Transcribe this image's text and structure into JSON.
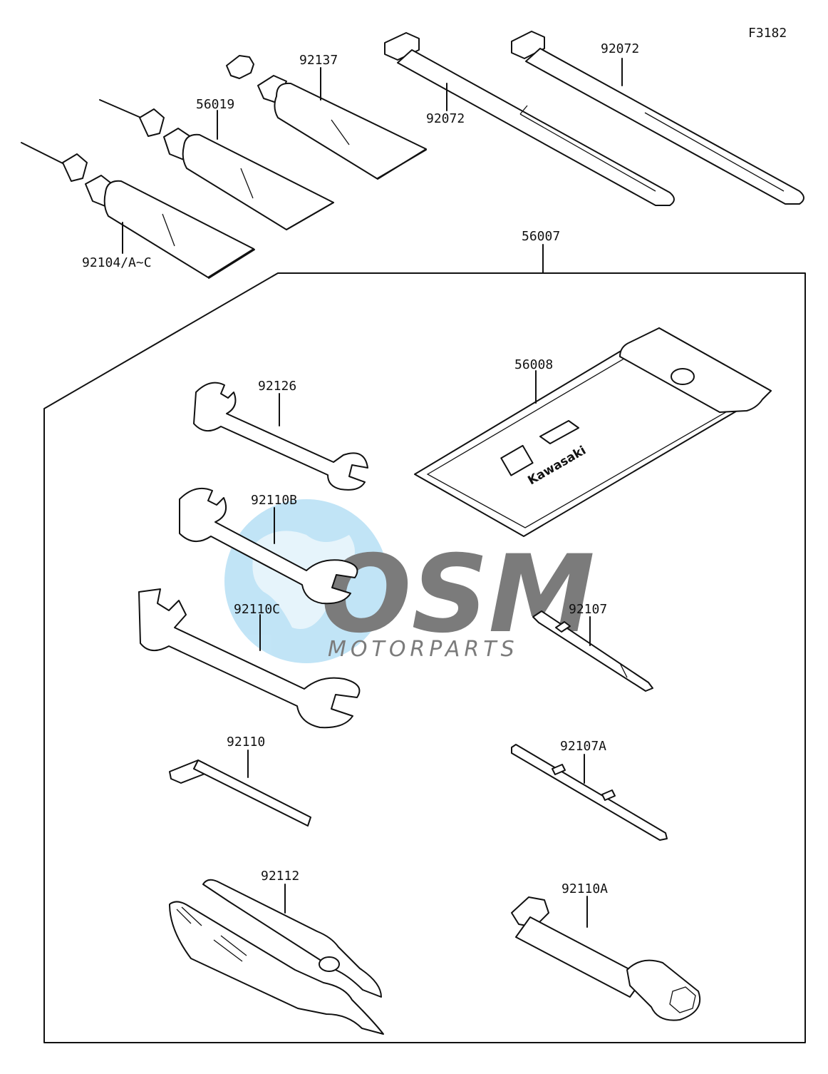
{
  "figure_code": "F3182",
  "callouts": {
    "tube_92137": "92137",
    "tube_56019": "56019",
    "tube_92104": "92104/A~C",
    "tie_left": "92072",
    "tie_right": "92072",
    "kit": "56007",
    "pouch": "56008",
    "wrench_92126": "92126",
    "wrench_92110B": "92110B",
    "wrench_92110C": "92110C",
    "driver_92107": "92107",
    "hex_key": "92110",
    "driver_92107A": "92107A",
    "pliers": "92112",
    "socket": "92110A"
  },
  "pouch_logo": "Kawasaki",
  "watermark": {
    "brand": "OSM",
    "subtitle": "MOTORPARTS"
  },
  "colors": {
    "line": "#111111",
    "watermark_blue": "#8fcff0",
    "watermark_grey": "#c9c9c9"
  }
}
